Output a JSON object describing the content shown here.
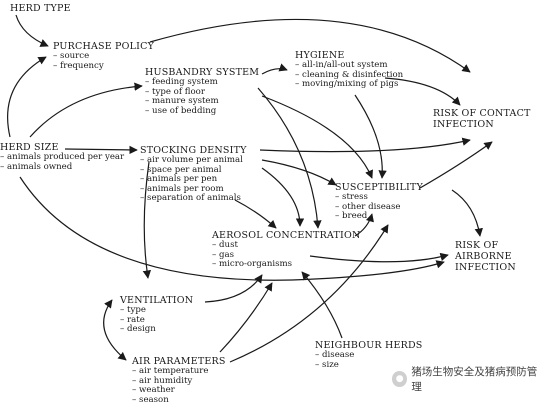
{
  "nodes": {
    "herd_type": {
      "title": "HERD TYPE",
      "items": []
    },
    "purchase_policy": {
      "title": "PURCHASE POLICY",
      "items": [
        "source",
        "frequency"
      ]
    },
    "husbandry_system": {
      "title": "HUSBANDRY SYSTEM",
      "items": [
        "feeding system",
        "type of floor",
        "manure system",
        "use of bedding"
      ]
    },
    "hygiene": {
      "title": "HYGIENE",
      "items": [
        "all-in/all-out system",
        "cleaning & disinfection",
        "moving/mixing of pigs"
      ]
    },
    "risk_contact": {
      "title": "RISK OF CONTACT\nINFECTION",
      "items": []
    },
    "herd_size": {
      "title": "HERD SIZE",
      "items": [
        "animals produced per year",
        "animals owned"
      ]
    },
    "stocking_density": {
      "title": "STOCKING DENSITY",
      "items": [
        "air volume per animal",
        "space per animal",
        "animals per pen",
        "animals per room",
        "separation of animals"
      ]
    },
    "susceptibility": {
      "title": "SUSCEPTIBILITY",
      "items": [
        "stress",
        "other disease",
        "breed"
      ]
    },
    "aerosol": {
      "title": "AEROSOL CONCENTRATION",
      "items": [
        "dust",
        "gas",
        "micro-organisms"
      ]
    },
    "risk_airborne": {
      "title": "RISK OF AIRBORNE\nINFECTION",
      "items": []
    },
    "ventilation": {
      "title": "VENTILATION",
      "items": [
        "type",
        "rate",
        "design"
      ]
    },
    "neighbour_herds": {
      "title": "NEIGHBOUR HERDS",
      "items": [
        "disease",
        "size"
      ]
    },
    "air_parameters": {
      "title": "AIR PARAMETERS",
      "items": [
        "air temperature",
        "air humidity",
        "weather",
        "season"
      ]
    }
  },
  "watermark": {
    "text": "猪场生物安全及猪病预防管理",
    "icon": "wechat-icon"
  },
  "colors": {
    "ink": "#1a1a1a",
    "background": "#ffffff"
  }
}
